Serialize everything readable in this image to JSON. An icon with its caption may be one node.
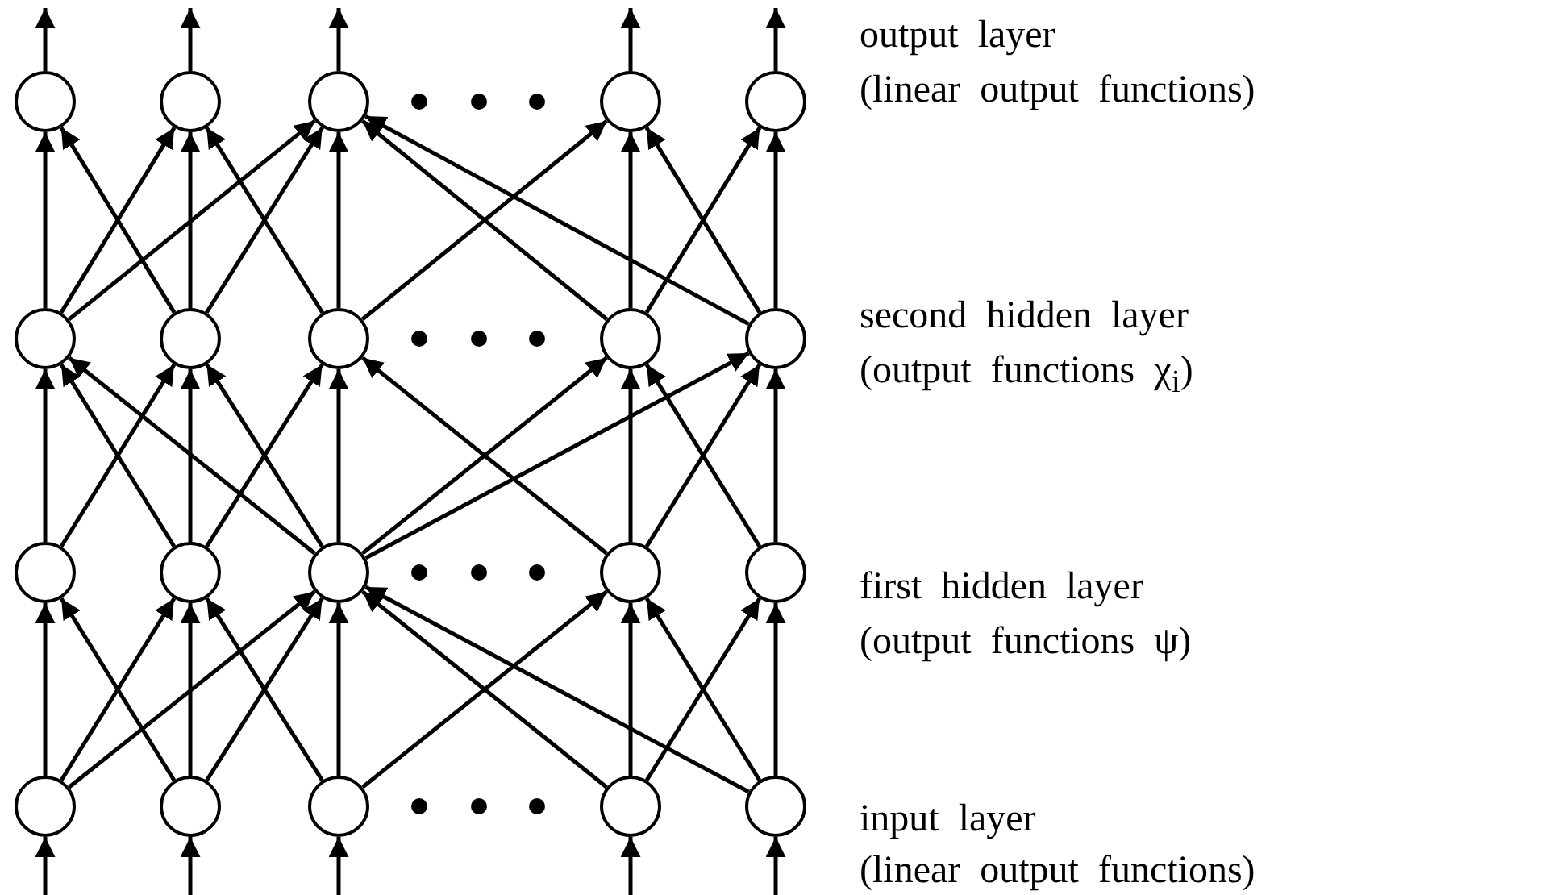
{
  "diagram": {
    "nodes": [
      {
        "text": [],
        "shape": "circle"
      },
      {
        "text": [],
        "shape": "circle"
      },
      {
        "text": [],
        "shape": "circle"
      },
      {
        "text": [],
        "shape": "circle"
      },
      {
        "text": [],
        "shape": "circle"
      },
      {
        "text": [],
        "shape": "circle"
      },
      {
        "text": [],
        "shape": "circle"
      },
      {
        "text": [],
        "shape": "circle"
      },
      {
        "text": [],
        "shape": "circle"
      },
      {
        "text": [],
        "shape": "circle"
      },
      {
        "text": [],
        "shape": "circle"
      },
      {
        "text": [],
        "shape": "circle"
      },
      {
        "text": [],
        "shape": "circle"
      },
      {
        "text": [],
        "shape": "circle"
      },
      {
        "text": [],
        "shape": "circle"
      },
      {
        "text": [],
        "shape": "circle"
      },
      {
        "text": [],
        "shape": "circle"
      },
      {
        "text": [],
        "shape": "circle"
      },
      {
        "text": [],
        "shape": "circle"
      },
      {
        "text": [],
        "shape": "circle"
      }
    ],
    "edges": [
      {
        "from": 0,
        "to": null,
        "arrow": "to"
      },
      {
        "from": 1,
        "to": null,
        "arrow": "to"
      },
      {
        "from": 2,
        "to": null,
        "arrow": "to"
      },
      {
        "from": 3,
        "to": null,
        "arrow": "to"
      },
      {
        "from": 4,
        "to": null,
        "arrow": "to"
      },
      {
        "from": 5,
        "to": 0,
        "arrow": "to"
      },
      {
        "from": 6,
        "to": 0,
        "arrow": "to"
      },
      {
        "from": 5,
        "to": 1,
        "arrow": "to"
      },
      {
        "from": 6,
        "to": 1,
        "arrow": "to"
      },
      {
        "from": 7,
        "to": 1,
        "arrow": "to"
      },
      {
        "from": 5,
        "to": 2,
        "arrow": "to"
      },
      {
        "from": 6,
        "to": 2,
        "arrow": "to"
      },
      {
        "from": 7,
        "to": 2,
        "arrow": "to"
      },
      {
        "from": 8,
        "to": 2,
        "arrow": "to"
      },
      {
        "from": 9,
        "to": 2,
        "arrow": "to"
      },
      {
        "from": 7,
        "to": 3,
        "arrow": "to"
      },
      {
        "from": 8,
        "to": 3,
        "arrow": "to"
      },
      {
        "from": 9,
        "to": 3,
        "arrow": "to"
      },
      {
        "from": 8,
        "to": 4,
        "arrow": "to"
      },
      {
        "from": 9,
        "to": 4,
        "arrow": "to"
      },
      {
        "from": 10,
        "to": 5,
        "arrow": "to"
      },
      {
        "from": 11,
        "to": 5,
        "arrow": "to"
      },
      {
        "from": 12,
        "to": 5,
        "arrow": "to"
      },
      {
        "from": 10,
        "to": 6,
        "arrow": "to"
      },
      {
        "from": 11,
        "to": 6,
        "arrow": "to"
      },
      {
        "from": 12,
        "to": 6,
        "arrow": "to"
      },
      {
        "from": 11,
        "to": 7,
        "arrow": "to"
      },
      {
        "from": 12,
        "to": 7,
        "arrow": "to"
      },
      {
        "from": 13,
        "to": 7,
        "arrow": "to"
      },
      {
        "from": 12,
        "to": 8,
        "arrow": "to"
      },
      {
        "from": 13,
        "to": 8,
        "arrow": "to"
      },
      {
        "from": 14,
        "to": 8,
        "arrow": "to"
      },
      {
        "from": 12,
        "to": 9,
        "arrow": "to"
      },
      {
        "from": 13,
        "to": 9,
        "arrow": "to"
      },
      {
        "from": 14,
        "to": 9,
        "arrow": "to"
      },
      {
        "from": 15,
        "to": 10,
        "arrow": "to"
      },
      {
        "from": 16,
        "to": 10,
        "arrow": "to"
      },
      {
        "from": 15,
        "to": 11,
        "arrow": "to"
      },
      {
        "from": 16,
        "to": 11,
        "arrow": "to"
      },
      {
        "from": 17,
        "to": 11,
        "arrow": "to"
      },
      {
        "from": 15,
        "to": 12,
        "arrow": "to"
      },
      {
        "from": 16,
        "to": 12,
        "arrow": "to"
      },
      {
        "from": 17,
        "to": 12,
        "arrow": "to"
      },
      {
        "from": 18,
        "to": 12,
        "arrow": "to"
      },
      {
        "from": 19,
        "to": 12,
        "arrow": "to"
      },
      {
        "from": 17,
        "to": 13,
        "arrow": "to"
      },
      {
        "from": 18,
        "to": 13,
        "arrow": "to"
      },
      {
        "from": 19,
        "to": 13,
        "arrow": "to"
      },
      {
        "from": 18,
        "to": 14,
        "arrow": "to"
      },
      {
        "from": 19,
        "to": 14,
        "arrow": "to"
      },
      {
        "from": null,
        "to": 15,
        "arrow": "to"
      },
      {
        "from": null,
        "to": 16,
        "arrow": "to"
      },
      {
        "from": null,
        "to": 17,
        "arrow": "to"
      },
      {
        "from": null,
        "to": 18,
        "arrow": "to"
      },
      {
        "from": null,
        "to": 19,
        "arrow": "to"
      }
    ],
    "labels": [
      "output layer",
      "(linear output functions)",
      "second hidden layer",
      "(output functions χ$_{i}$)",
      "first hidden layer",
      "(output functions ψ)",
      "input layer",
      "(linear output functions)"
    ]
  }
}
